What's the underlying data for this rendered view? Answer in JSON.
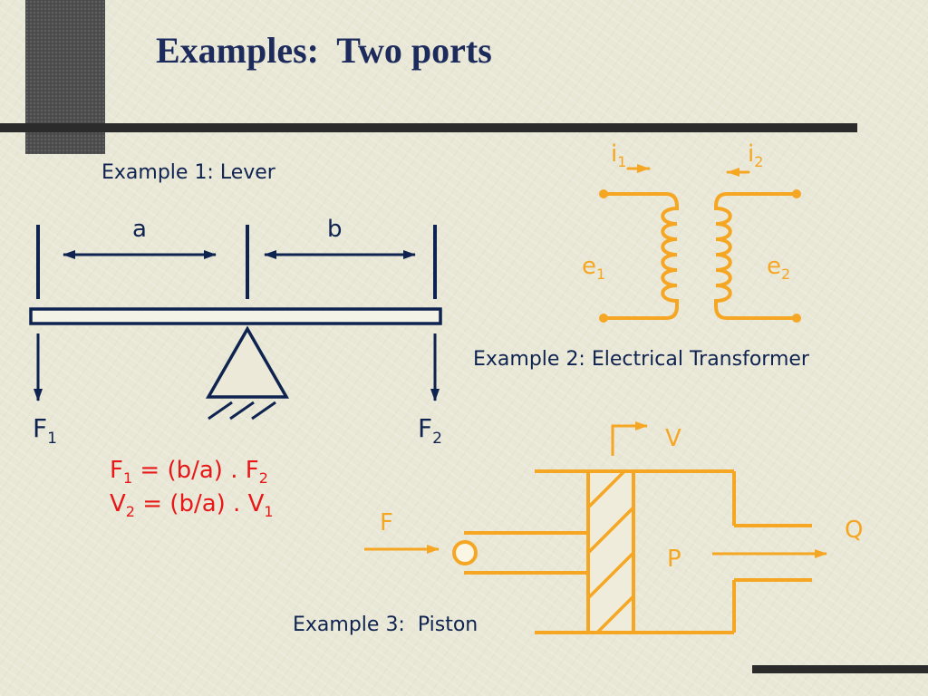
{
  "slide": {
    "title": "Examples:  Two ports"
  },
  "lever": {
    "caption": "Example 1: Lever",
    "label_a": "a",
    "label_b": "b",
    "force_left": {
      "symbol": "F",
      "subscript": "1"
    },
    "force_right": {
      "symbol": "F",
      "subscript": "2"
    },
    "equation_1": {
      "parts": [
        "F",
        "1",
        " = (b/a) . F",
        "2"
      ]
    },
    "equation_2": {
      "parts": [
        "V",
        "2",
        " = (b/a) . V",
        "1"
      ]
    }
  },
  "transformer": {
    "caption": "Example 2: Electrical Transformer",
    "current_1": {
      "symbol": "i",
      "subscript": "1"
    },
    "current_2": {
      "symbol": "i",
      "subscript": "2"
    },
    "voltage_1": {
      "symbol": "e",
      "subscript": "1"
    },
    "voltage_2": {
      "symbol": "e",
      "subscript": "2"
    }
  },
  "piston": {
    "caption": "Example 3:  Piston",
    "label_velocity": "V",
    "label_force": "F",
    "label_flow": "Q",
    "label_pressure": "P"
  },
  "colors": {
    "navy": "#0f2350",
    "orange": "#f5a623",
    "red": "#e81818",
    "title": "#1c2b5c"
  }
}
